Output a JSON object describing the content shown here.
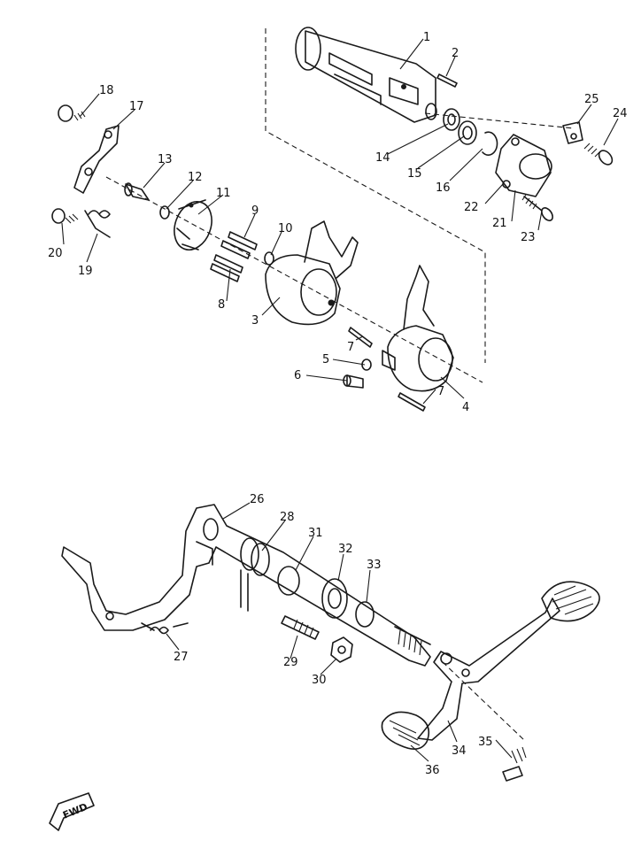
{
  "callouts": {
    "c1": "1",
    "c2": "2",
    "c3": "3",
    "c4": "4",
    "c5": "5",
    "c6": "6",
    "c7a": "7",
    "c7b": "7",
    "c8": "8",
    "c9": "9",
    "c10": "10",
    "c11": "11",
    "c12": "12",
    "c13": "13",
    "c14": "14",
    "c15": "15",
    "c16": "16",
    "c17": "17",
    "c18": "18",
    "c19": "19",
    "c20": "20",
    "c21": "21",
    "c22": "22",
    "c23": "23",
    "c24": "24",
    "c25": "25",
    "c26": "26",
    "c28": "28",
    "c27": "27",
    "c29": "29",
    "c30": "30",
    "c31": "31",
    "c32": "32",
    "c33": "33",
    "c34": "34",
    "c35": "35",
    "c36": "36"
  },
  "fwd_badge": {
    "label": "FWD"
  }
}
